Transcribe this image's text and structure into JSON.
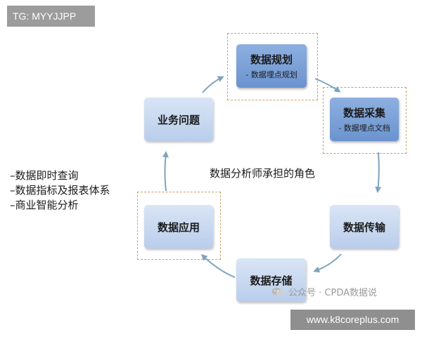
{
  "watermark_top": "TG: MYYJJPP",
  "watermark_bottom": "www.k8coreplus.com",
  "center_label": "数据分析师承担的角色",
  "nodes": {
    "planning": {
      "title": "数据规划",
      "sub": "- 数据埋点规划"
    },
    "collection": {
      "title": "数据采集",
      "sub": "- 数据埋点文档"
    },
    "transmission": {
      "title": "数据传输"
    },
    "storage": {
      "title": "数据存储"
    },
    "application": {
      "title": "数据应用"
    },
    "problem": {
      "title": "业务问题"
    }
  },
  "side_list": [
    "–数据即时查询",
    "–数据指标及报表体系",
    "–商业智能分析"
  ],
  "credit": "公众号 · CPDA数据说",
  "colors": {
    "arrow": "#7fa3bd",
    "dash": "#c7a070",
    "node_dark": "#7aa0d6",
    "node_light": "#c9d9f0"
  }
}
